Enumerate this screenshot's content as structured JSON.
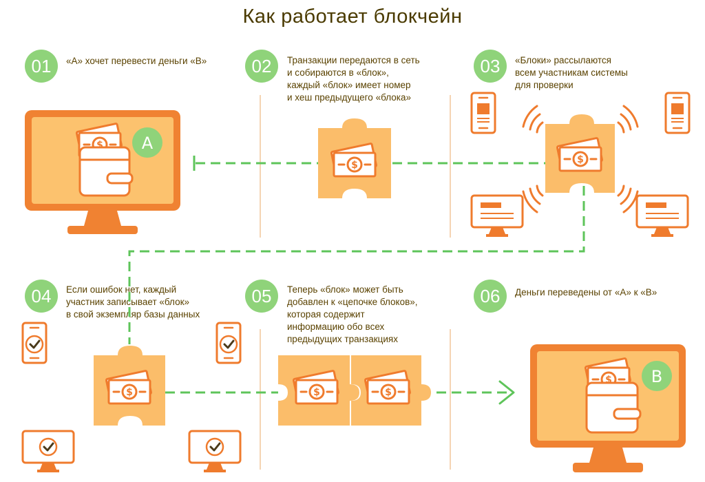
{
  "title": "Как работает  блокчейн",
  "colors": {
    "badge": "#8fd37a",
    "monitor_orange": "#f08232",
    "screen": "#fcc26e",
    "block": "#fbbd6a",
    "dash": "#5ec45a",
    "title_text": "#4a3a00"
  },
  "steps": [
    {
      "number": "01",
      "text": "«А» хочет перевести деньги «В»"
    },
    {
      "number": "02",
      "text": "Транзакции передаются в сеть\nи собираются в «блок»,\nкаждый «блок» имеет номер\nи хеш предыдущего «блока»"
    },
    {
      "number": "03",
      "text": "«Блоки» рассылаются\nвсем участникам системы\nдля проверки"
    },
    {
      "number": "04",
      "text": "Если ошибок нет, каждый\nучастник записывает «блок»\nв свой экземпляр базы данных"
    },
    {
      "number": "05",
      "text": "Теперь «блок» может быть\nдобавлен к «цепочке блоков»,\nкоторая содержит\nинформацию обо всех\nпредыдущих транзакциях"
    },
    {
      "number": "06",
      "text": "Деньги переведены от «А» к «В»"
    }
  ],
  "labels": {
    "a": "A",
    "b": "B"
  },
  "icons": {
    "money": "dollar-bill-icon",
    "wallet": "wallet-icon",
    "check": "checkmark-icon",
    "phone": "smartphone-icon",
    "signal": "broadcast-waves-icon"
  }
}
